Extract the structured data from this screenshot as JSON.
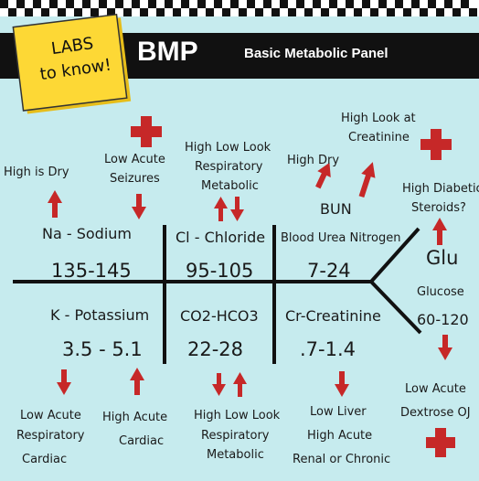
{
  "sticky": {
    "line1": "LABS",
    "line2": "to know!"
  },
  "header": {
    "title": "BMP",
    "subtitle": "Basic Metabolic Panel"
  },
  "labs": {
    "sodium": {
      "name": "Na - Sodium",
      "range": "135-145",
      "high_note": "High is Dry",
      "low_note_1": "Low Acute",
      "low_note_2": "Seizures"
    },
    "chloride": {
      "name": "Cl - Chloride",
      "range": "95-105",
      "note_1": "High Low Look",
      "note_2": "Respiratory",
      "note_3": "Metabolic"
    },
    "bun": {
      "abbr": "BUN",
      "name": "Blood Urea Nitrogen",
      "range": "7-24",
      "high_note": "High Dry",
      "look_note_1": "High Look at",
      "look_note_2": "Creatinine"
    },
    "potassium": {
      "name": "K - Potassium",
      "range": "3.5 - 5.1",
      "low_note_1": "Low Acute",
      "low_note_2": "Respiratory",
      "low_note_3": "Cardiac",
      "high_note_1": "High Acute",
      "high_note_2": "Cardiac"
    },
    "co2": {
      "name": "CO2-HCO3",
      "range": "22-28",
      "note_1": "High Low Look",
      "note_2": "Respiratory",
      "note_3": "Metabolic"
    },
    "creatinine": {
      "name": "Cr-Creatinine",
      "range": ".7-1.4",
      "note_1": "Low Liver",
      "note_2": "High Acute",
      "note_3": "Renal or Chronic"
    },
    "glucose": {
      "abbr": "Glu",
      "name": "Glucose",
      "range": "60-120",
      "high_note_1": "High Diabetic",
      "high_note_2": "Steroids?",
      "low_note_1": "Low Acute",
      "low_note_2": "Dextrose OJ"
    }
  },
  "colors": {
    "background": "#c6ebee",
    "banner": "#111111",
    "sticky": "#fdd835",
    "arrow": "#c62828",
    "line": "#111111"
  }
}
